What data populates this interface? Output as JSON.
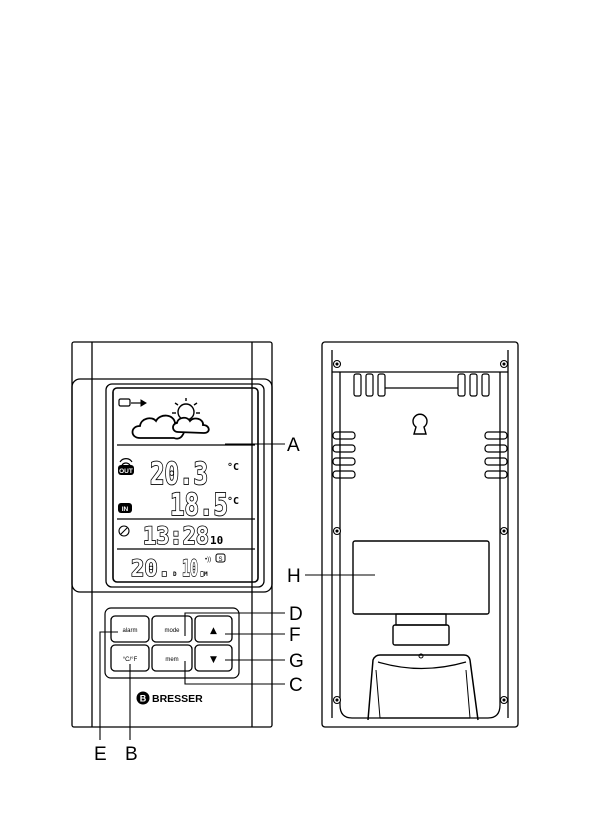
{
  "callouts": {
    "A": "A",
    "B": "B",
    "C": "C",
    "D": "D",
    "E": "E",
    "F": "F",
    "G": "G",
    "H": "H"
  },
  "buttons": {
    "alarm": "alarm",
    "mode": "mode",
    "unit": "°C/°F",
    "mem": "mem",
    "up_symbol": "▲",
    "down_symbol": "▼"
  },
  "brand": "BRESSER",
  "display": {
    "out_badge": "OUT",
    "in_badge": "IN",
    "outdoor_temp": "20.3",
    "outdoor_unit": "°C",
    "indoor_temp": "18.5",
    "indoor_unit": "°C",
    "time": "13:28",
    "time_suffix": "10",
    "date_day": "20.",
    "date_day_label": "D",
    "date_month": "10.",
    "date_month_label": "M",
    "dst_badge": "S"
  },
  "colors": {
    "line": "#000000",
    "background": "#ffffff"
  }
}
